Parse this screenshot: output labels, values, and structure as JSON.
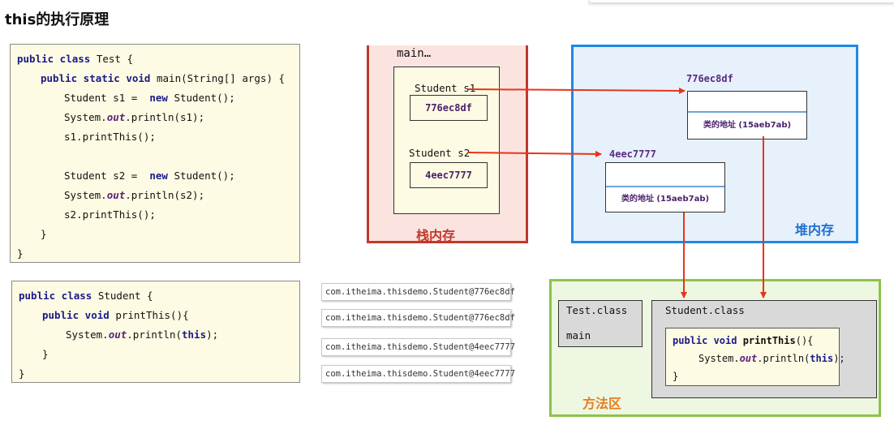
{
  "title": "this的执行原理",
  "test_code": {
    "l1": {
      "kw": "public class",
      "rest": " Test {"
    },
    "l2": {
      "kw": "public static void",
      "rest": " main(String[] args) {"
    },
    "l3": {
      "pre": "Student s1 =  ",
      "kw": "new",
      "rest": " Student();"
    },
    "l4": {
      "pre": "System.",
      "it": "out",
      "rest": ".println(s1);"
    },
    "l5": "s1.printThis();",
    "l7": {
      "pre": "Student s2 =  ",
      "kw": "new",
      "rest": " Student();"
    },
    "l8": {
      "pre": "System.",
      "it": "out",
      "rest": ".println(s2);"
    },
    "l9": "s2.printThis();",
    "l10": "}",
    "l11": "}"
  },
  "student_code": {
    "l1": {
      "kw": "public class",
      "rest": " Student {"
    },
    "l2": {
      "kw": "public void",
      "rest": " printThis(){"
    },
    "l3": {
      "pre": "System.",
      "it": "out",
      "rest": ".println(",
      "kw": "this",
      "post": ");"
    },
    "l4": "}",
    "l5": "}"
  },
  "outputs": [
    "com.itheima.thisdemo.Student@776ec8df",
    "com.itheima.thisdemo.Student@776ec8df",
    "com.itheima.thisdemo.Student@4eec7777",
    "com.itheima.thisdemo.Student@4eec7777"
  ],
  "stack": {
    "frame_label": "main…",
    "s1_label": "Student  s1",
    "s1_value": "776ec8df",
    "s2_label": "Student  s2",
    "s2_value": "4eec7777",
    "area_label": "栈内存"
  },
  "heap": {
    "obj1_address": "776ec8df",
    "obj1_text": "类的地址 (15aeb7ab)",
    "obj2_address": "4eec7777",
    "obj2_text": "类的地址 (15aeb7ab)",
    "area_label": "堆内存"
  },
  "method_area": {
    "test_class_label": "Test.class",
    "test_class_method": "main",
    "student_class_label": "Student.class",
    "code_l1_kw": "public void",
    "code_l1_rest": " printThis",
    "code_l1_end": "(){",
    "code_l2_pre": "System.",
    "code_l2_it": "out",
    "code_l2_mid": ".println(",
    "code_l2_kw": "this",
    "code_l2_post": ");",
    "code_l3": "}",
    "area_label": "方法区"
  },
  "colors": {
    "stack_border": "#c0392b",
    "heap_border": "#1e88e5",
    "method_border": "#8bc34a",
    "arrow": "#e8341c"
  }
}
